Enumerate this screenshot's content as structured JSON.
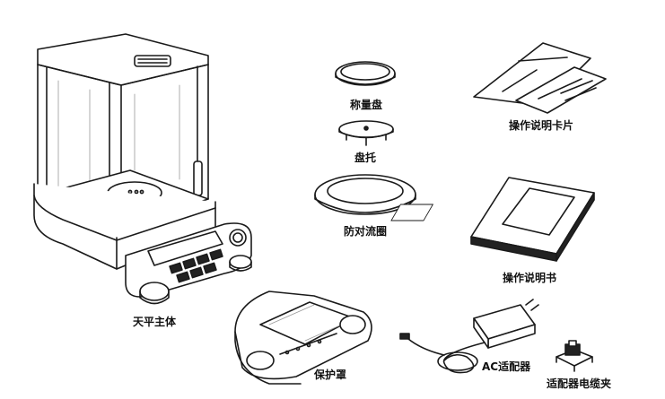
{
  "labels": {
    "balance_body": "天平主体",
    "weighing_pan": "称量盘",
    "pan_holder": "盘托",
    "draft_ring": "防对流圈",
    "instruction_card": "操作说明卡片",
    "instruction_manual": "操作说明书",
    "protective_cover": "保护罩",
    "ac_adapter": "AC适配器",
    "adapter_clip": "适配器电缆夹"
  },
  "colors": {
    "line": "#1a1a1a",
    "fill": "#ffffff",
    "shade": "#d9d9d9",
    "dark": "#222222"
  }
}
